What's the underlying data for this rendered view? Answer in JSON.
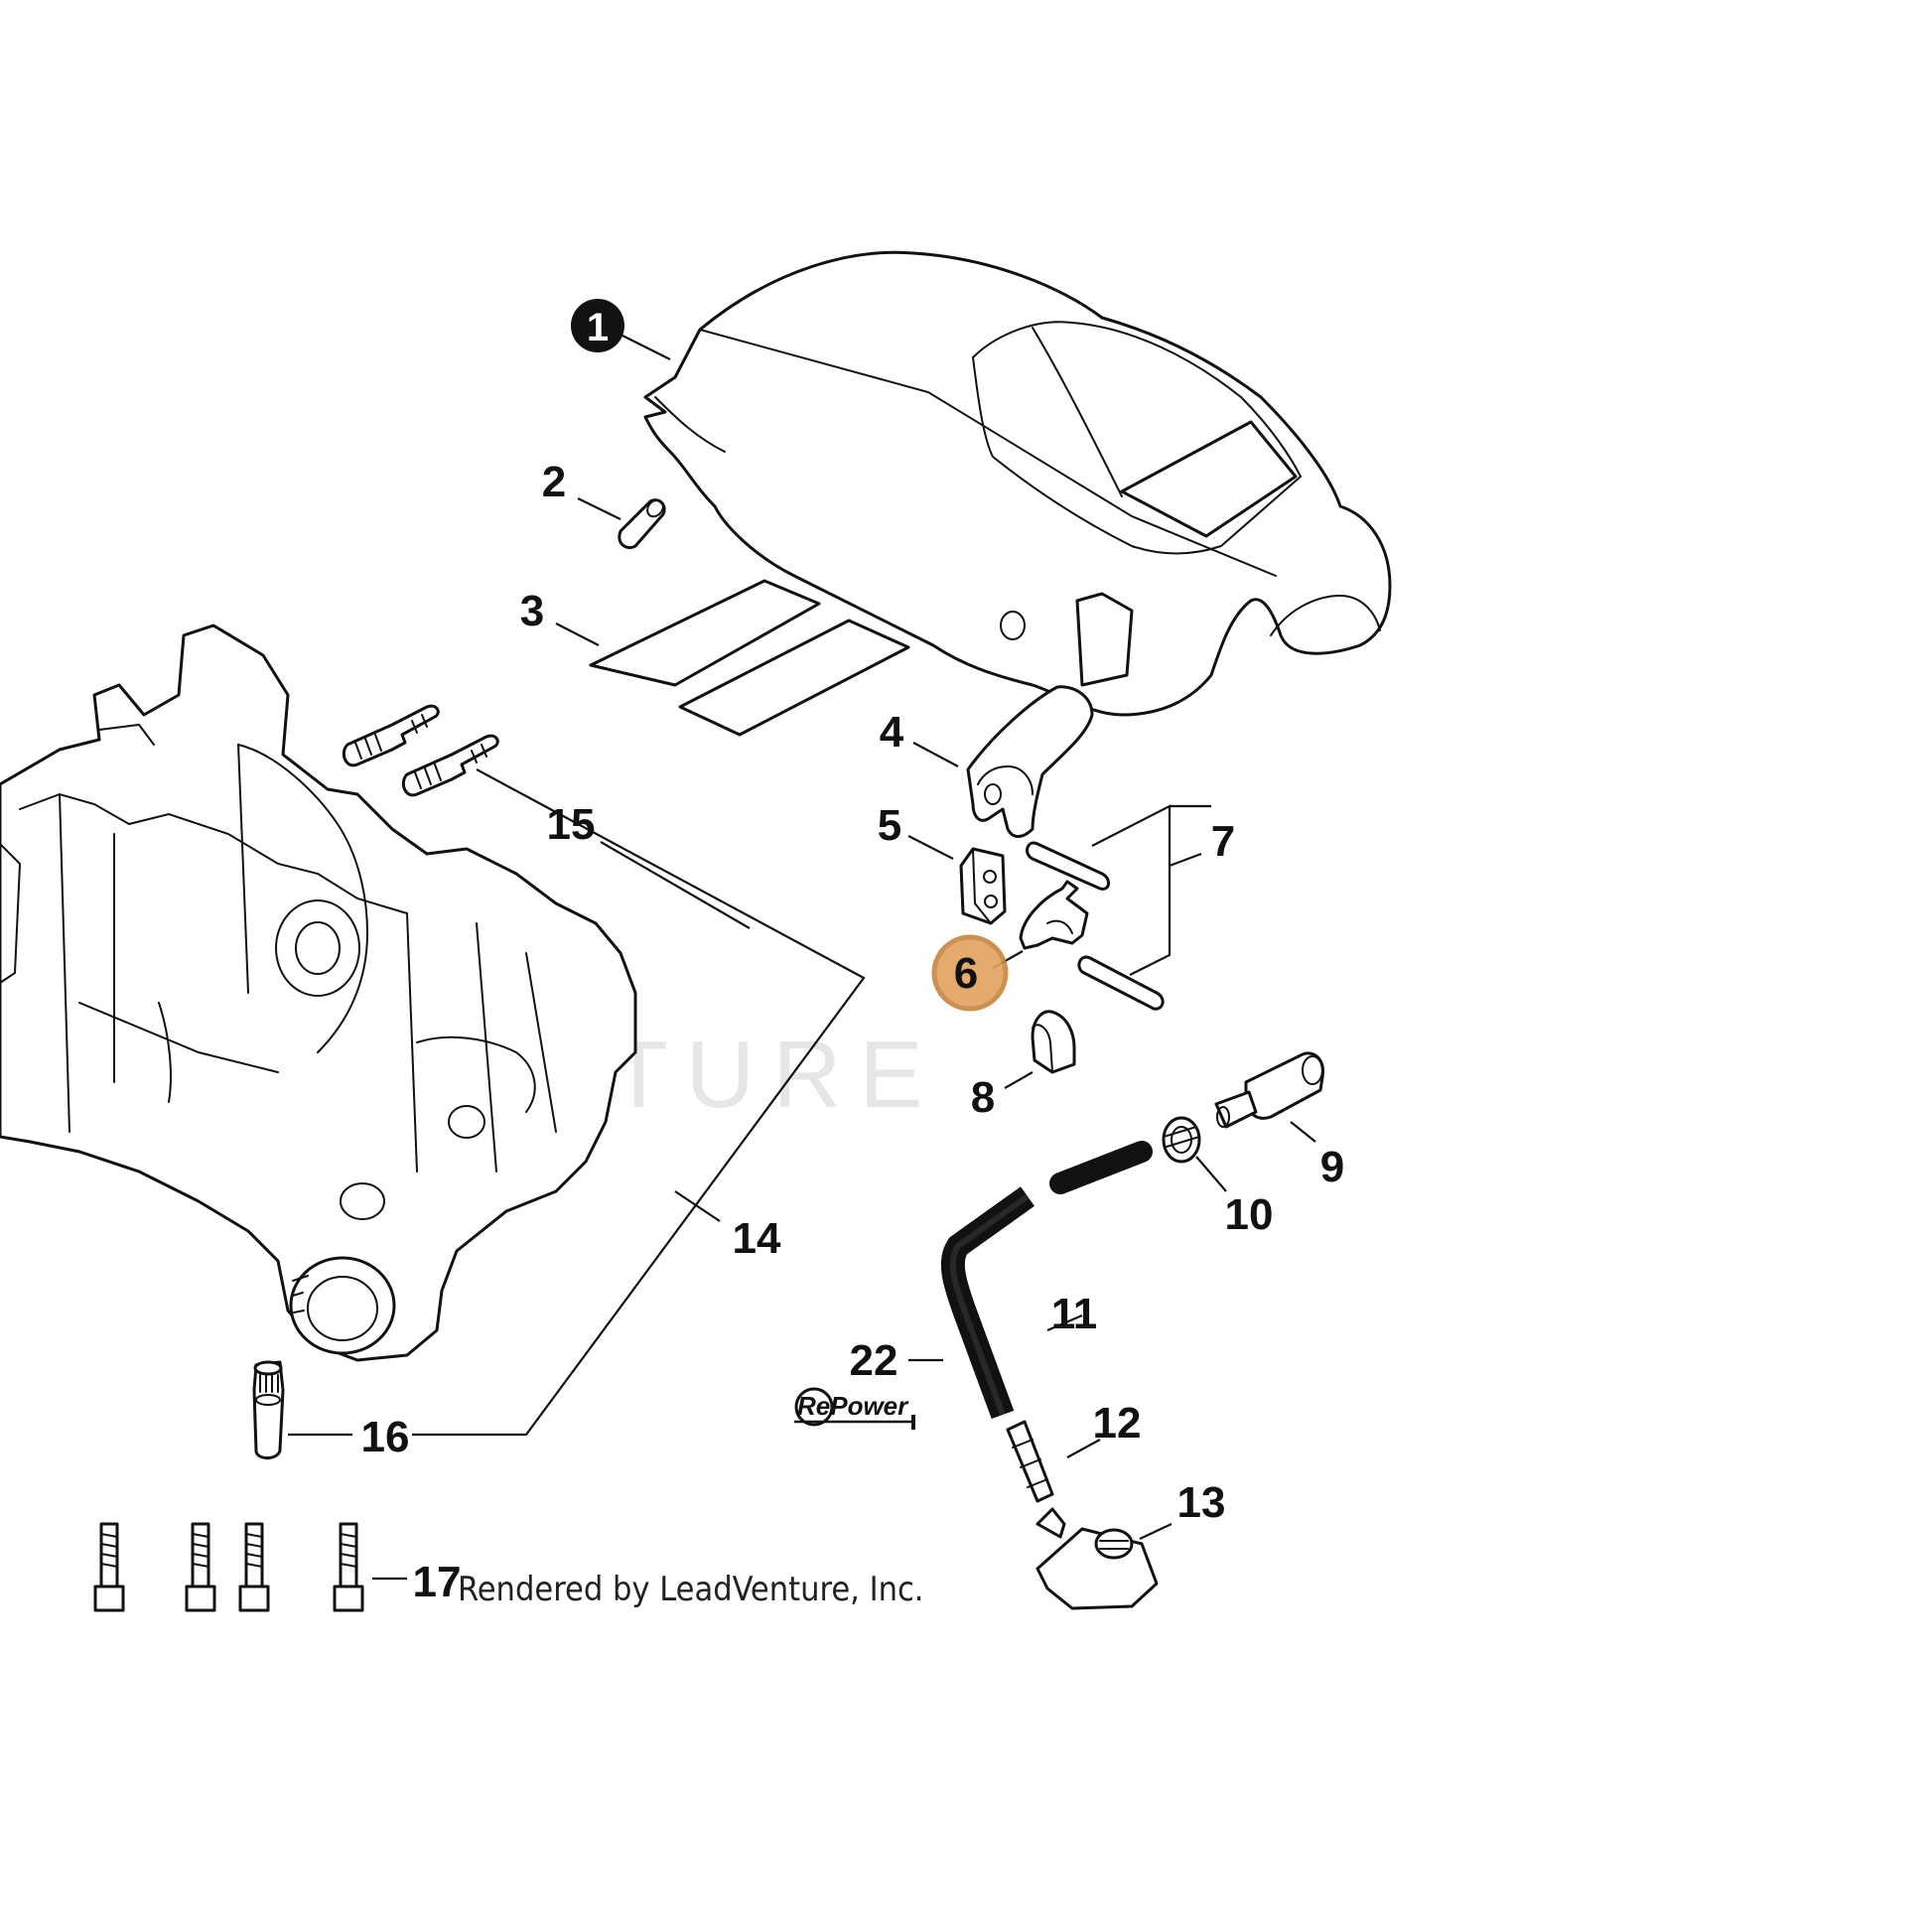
{
  "diagram": {
    "watermark": "LEADVENTURE",
    "credit": "Rendered by LeadVenture, Inc.",
    "brand_logo": "RePower",
    "highlight_color": "#e3a35f",
    "callouts": [
      {
        "id": "1",
        "style": "filled-black"
      },
      {
        "id": "2",
        "style": "plain"
      },
      {
        "id": "3",
        "style": "plain"
      },
      {
        "id": "4",
        "style": "plain"
      },
      {
        "id": "5",
        "style": "plain"
      },
      {
        "id": "6",
        "style": "highlighted"
      },
      {
        "id": "7",
        "style": "plain"
      },
      {
        "id": "8",
        "style": "plain"
      },
      {
        "id": "9",
        "style": "plain"
      },
      {
        "id": "10",
        "style": "plain"
      },
      {
        "id": "11",
        "style": "plain"
      },
      {
        "id": "12",
        "style": "plain"
      },
      {
        "id": "13",
        "style": "plain"
      },
      {
        "id": "14",
        "style": "plain"
      },
      {
        "id": "15",
        "style": "plain"
      },
      {
        "id": "16",
        "style": "plain"
      },
      {
        "id": "17",
        "style": "plain"
      },
      {
        "id": "22",
        "style": "plain"
      }
    ]
  }
}
